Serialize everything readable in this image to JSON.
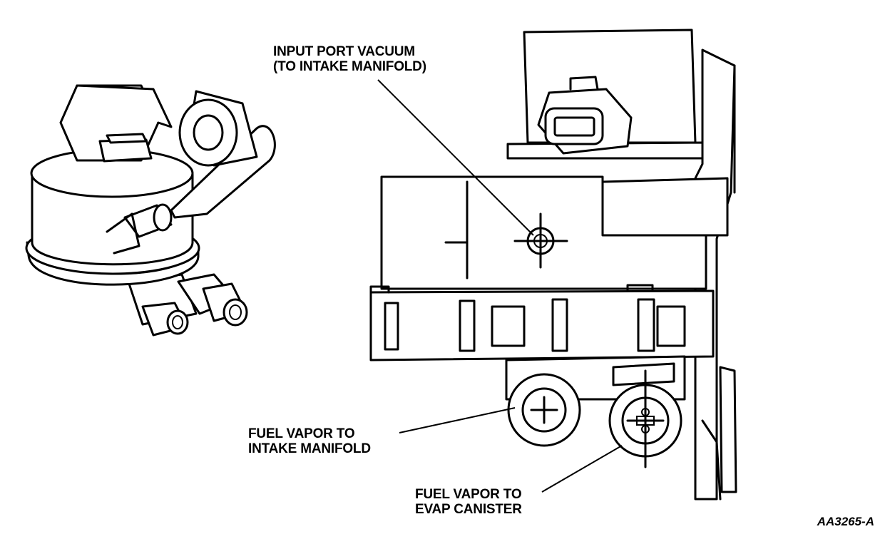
{
  "labels": {
    "input_port": {
      "line1": "INPUT PORT VACUUM",
      "line2": "(TO INTAKE MANIFOLD)"
    },
    "fuel_vapor_intake": {
      "line1": "FUEL VAPOR TO",
      "line2": "INTAKE MANIFOLD"
    },
    "fuel_vapor_evap": {
      "line1": "FUEL VAPOR TO",
      "line2": "EVAP CANISTER"
    }
  },
  "figure_id": "AA3265-A"
}
